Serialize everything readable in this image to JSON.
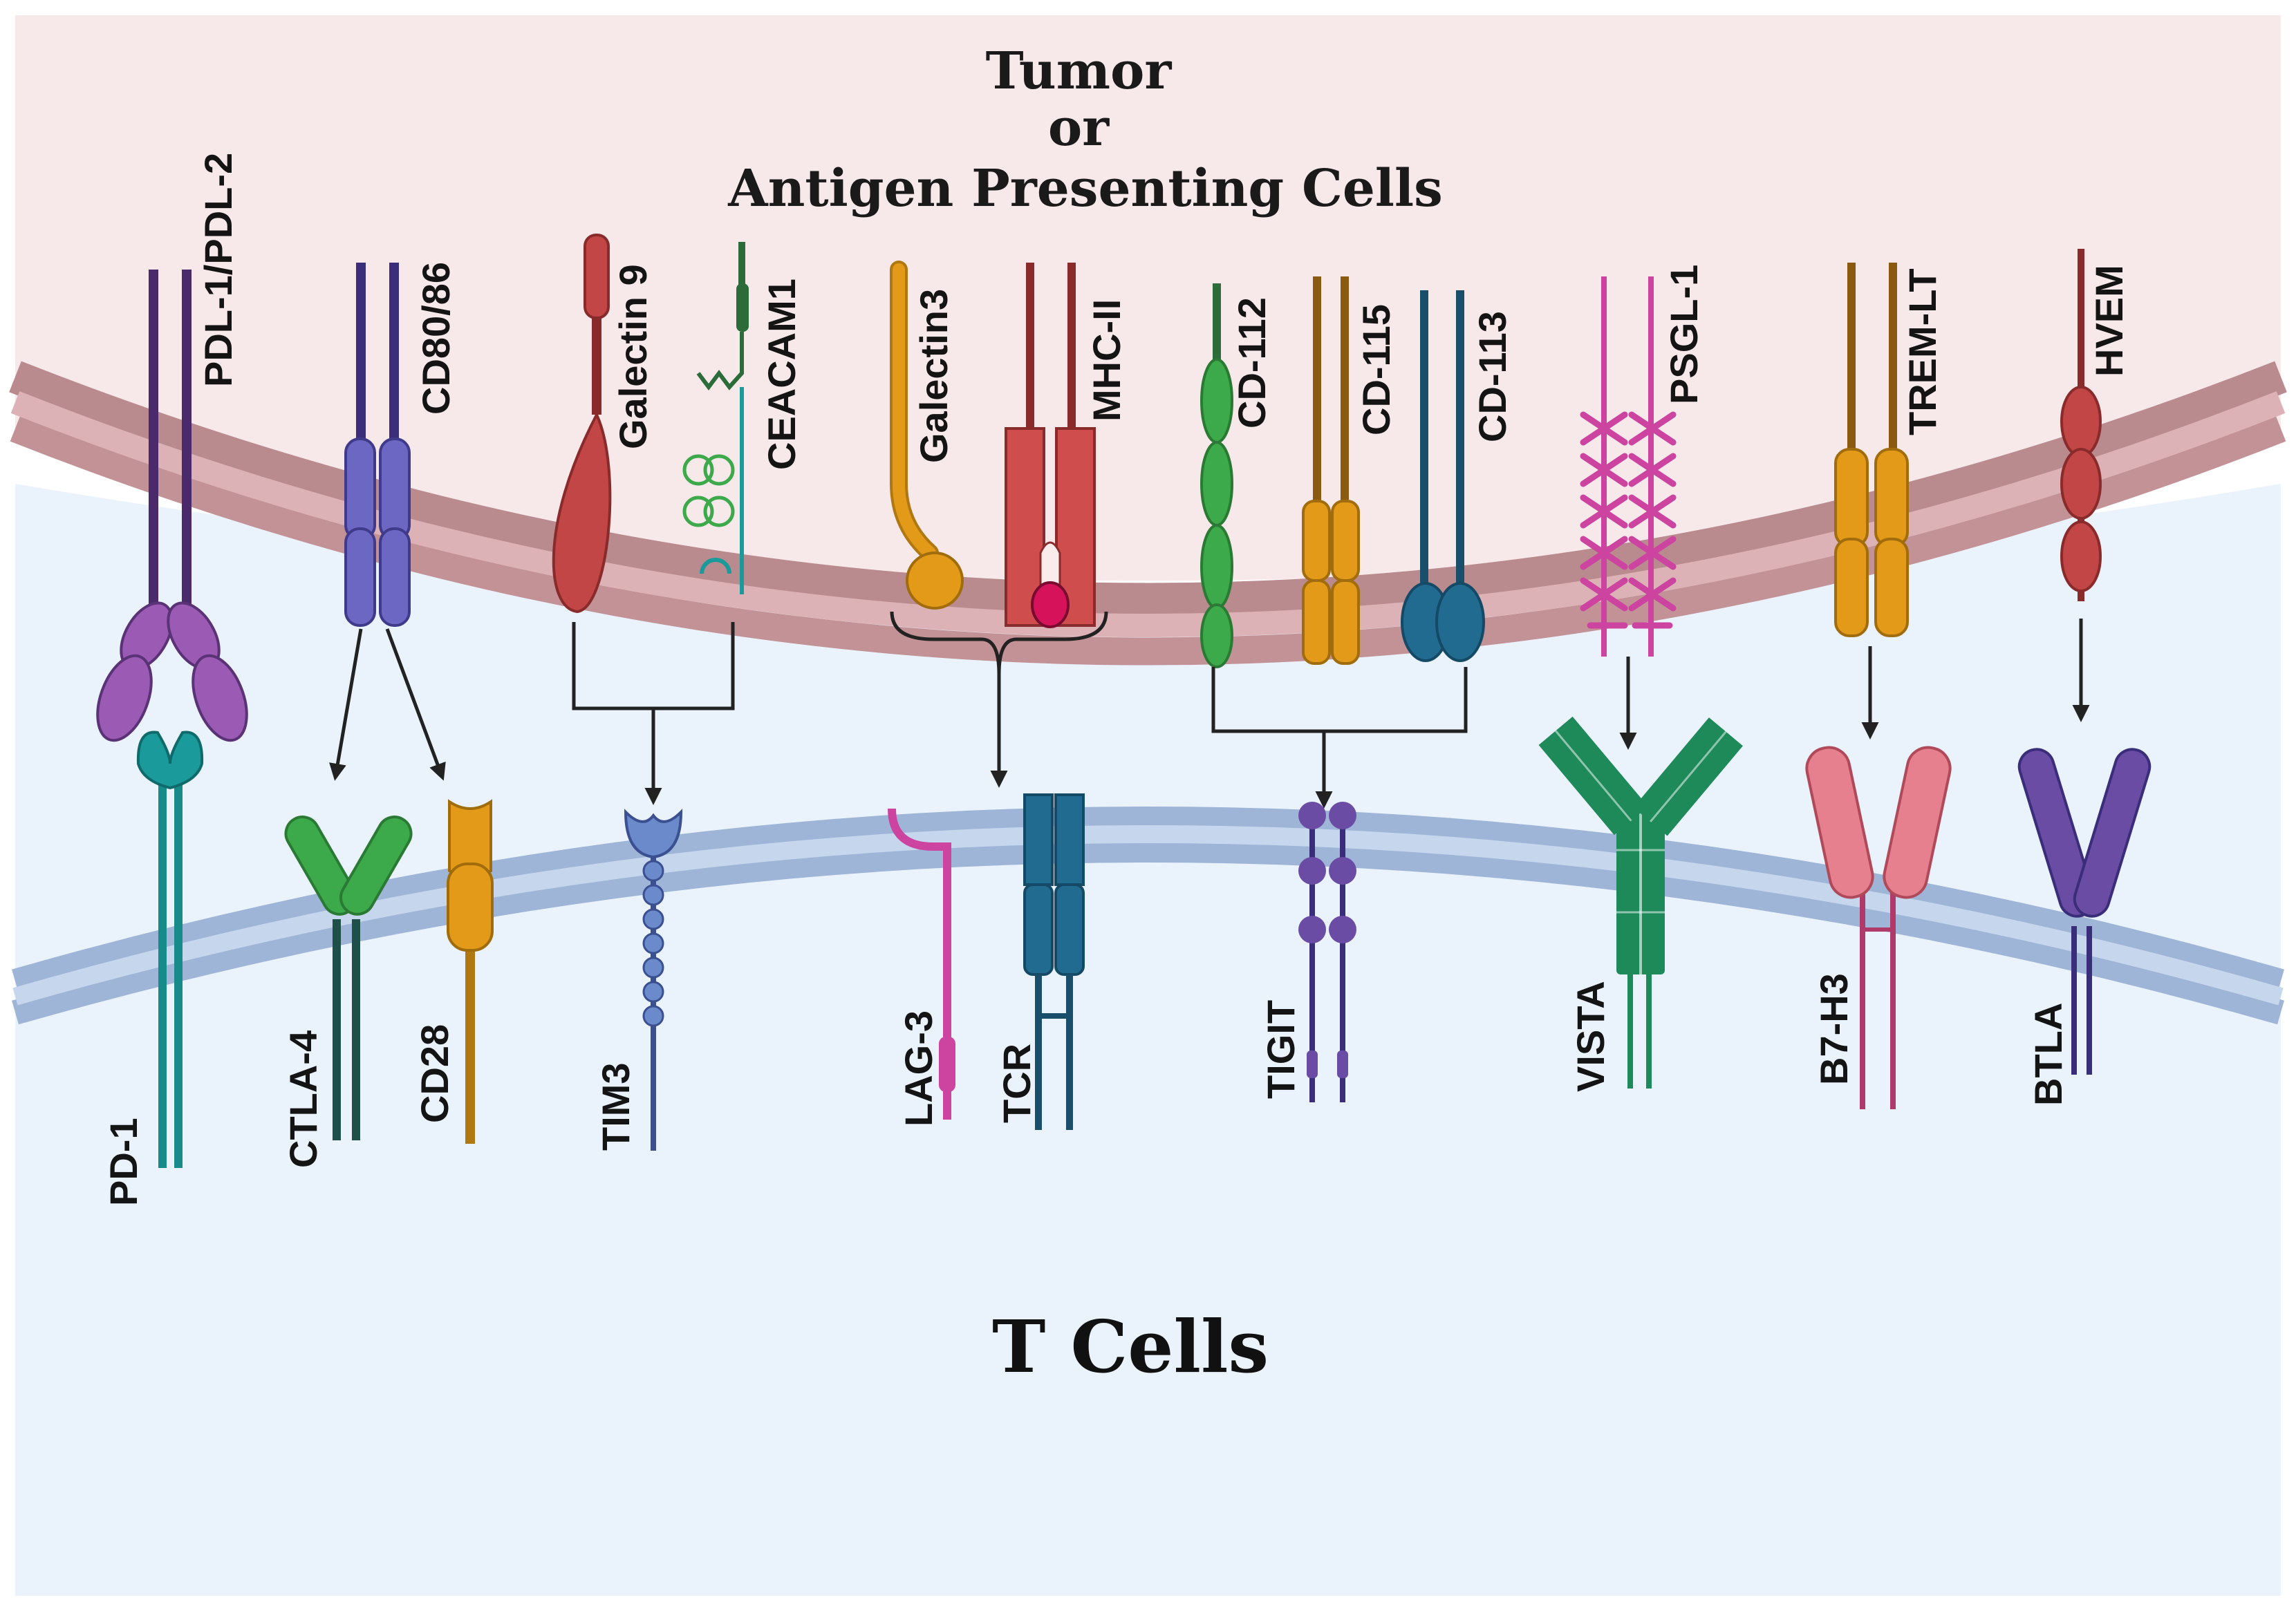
{
  "top_region": {
    "title_line1": "Tumor",
    "title_line2": "or",
    "title_line3": "Antigen Presenting Cells"
  },
  "bottom_region": {
    "title": "T Cells"
  },
  "ligands": {
    "pdl": "PDL-1/PDL-2",
    "cd8086": "CD80/86",
    "galectin9": "Galectin 9",
    "ceacam1": "CEACAM1",
    "galectin3": "Galectin3",
    "mhc2": "MHC-II",
    "cd112": "CD-112",
    "cd115": "CD-115",
    "cd113": "CD-113",
    "psgl1": "PSGL-1",
    "tremlt": "TREM-LT",
    "hvem": "HVEM"
  },
  "receptors": {
    "pd1": "PD-1",
    "ctla4": "CTLA-4",
    "cd28": "CD28",
    "tim3": "TIM3",
    "lag3": "LAG-3",
    "tcr": "TCR",
    "tigit": "TIGIT",
    "vista": "VISTA",
    "b7h3": "B7-H3",
    "btla": "BTLA"
  },
  "colors": {
    "apc_background": "#f7e8ea",
    "tcell_background": "#eaf2fb",
    "apc_membrane_outer": "#b98a8e",
    "apc_membrane_inner": "#d9aaae",
    "tcell_membrane_outer": "#a3bbdc",
    "tcell_membrane_inner": "#c4d4ea",
    "arrow": "#222222",
    "purple": "#9b5bb5",
    "dark_purple": "#4a2a6b",
    "indigo": "#6d67c4",
    "teal": "#1a9a9a",
    "green": "#3caa4a",
    "orange": "#e39a18",
    "red": "#c24646",
    "dark_green": "#2c6b3a",
    "blue": "#226b90",
    "magenta": "#cc44a0",
    "violet": "#6b4ca5",
    "pink": "#e7808e",
    "emerald": "#1e8a5a"
  }
}
